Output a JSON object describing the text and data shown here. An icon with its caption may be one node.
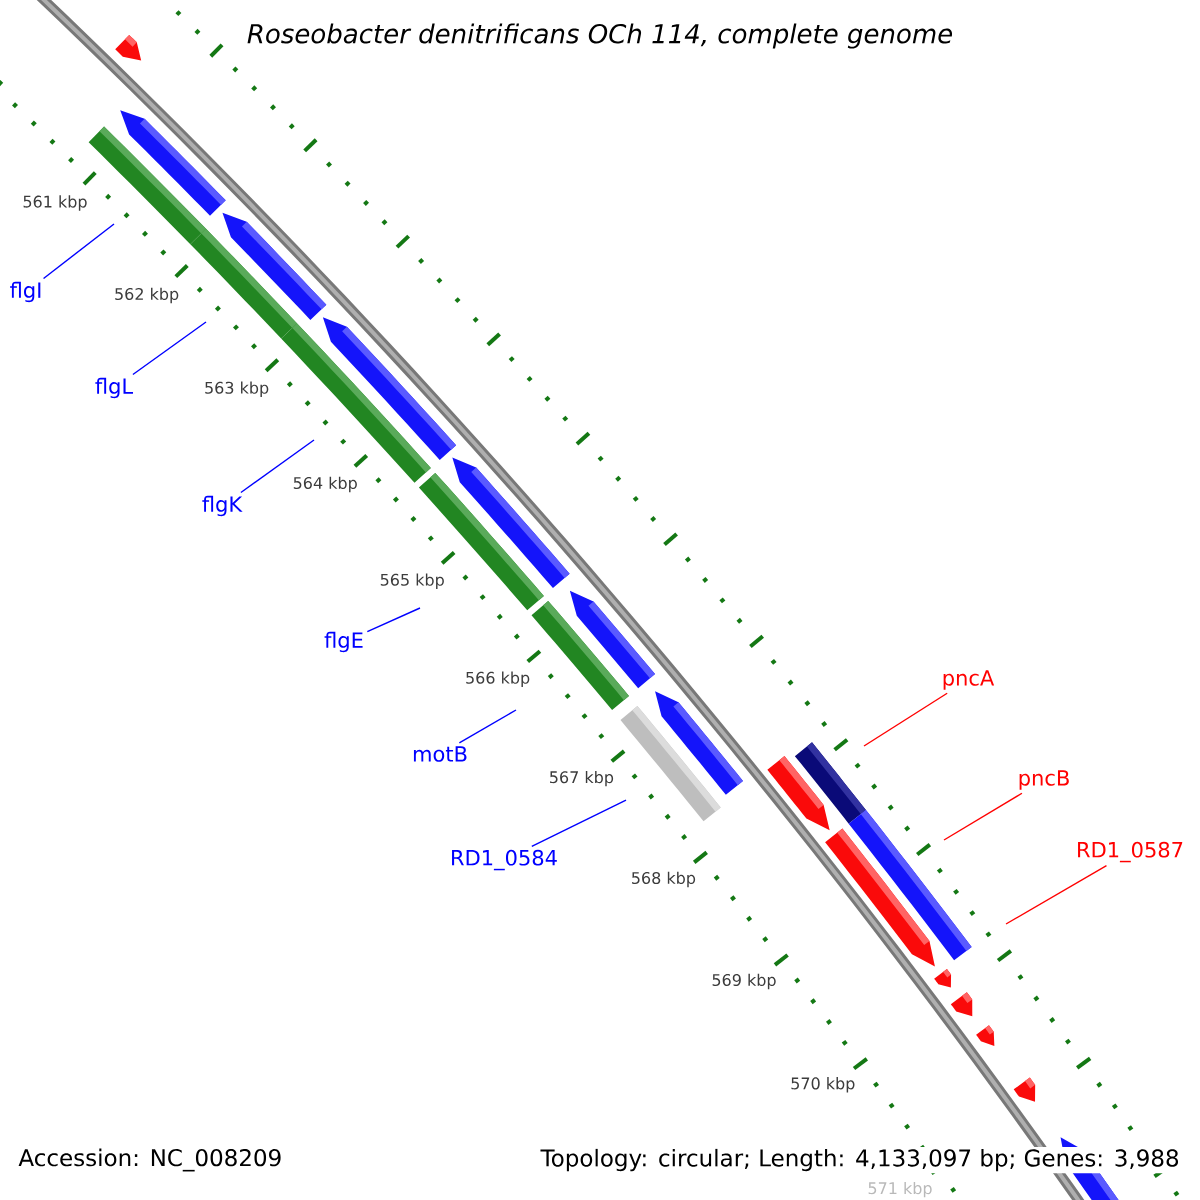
{
  "diagram": {
    "title": "Roseobacter denitrificans OCh 114, complete genome",
    "nodes": [
      {
        "text": [
          "flgI"
        ]
      },
      {
        "text": [
          "flgL"
        ]
      },
      {
        "text": [
          "flgK"
        ]
      },
      {
        "text": [
          "flgE"
        ]
      },
      {
        "text": [
          "motB"
        ]
      },
      {
        "text": [
          "RD1_0584"
        ]
      },
      {
        "text": [
          "pncA"
        ]
      },
      {
        "text": [
          "pncB"
        ]
      },
      {
        "text": [
          "RD1_0587"
        ]
      }
    ],
    "edges": [
      {
        "from": 0,
        "to": null,
        "arrow": "none"
      },
      {
        "from": 1,
        "to": null,
        "arrow": "none"
      },
      {
        "from": 2,
        "to": null,
        "arrow": "none"
      },
      {
        "from": 3,
        "to": null,
        "arrow": "none"
      },
      {
        "from": 4,
        "to": null,
        "arrow": "none"
      },
      {
        "from": 5,
        "to": null,
        "arrow": "none"
      },
      {
        "from": 6,
        "to": null,
        "arrow": "none",
        "color": "#ff0000"
      },
      {
        "from": 7,
        "to": null,
        "arrow": "none",
        "color": "#ff0000"
      },
      {
        "from": 8,
        "to": null,
        "arrow": "none",
        "color": "#ff0000"
      }
    ],
    "labels": [
      "561 kbp",
      "562 kbp",
      "563 kbp",
      "564 kbp",
      "565 kbp",
      "566 kbp",
      "567 kbp",
      "568 kbp",
      "569 kbp",
      "570 kbp",
      "571 kbp",
      "Accession: NC_008209",
      "Topology: circular; Length: 4,133,097 bp; Genes: 3,988"
    ]
  }
}
